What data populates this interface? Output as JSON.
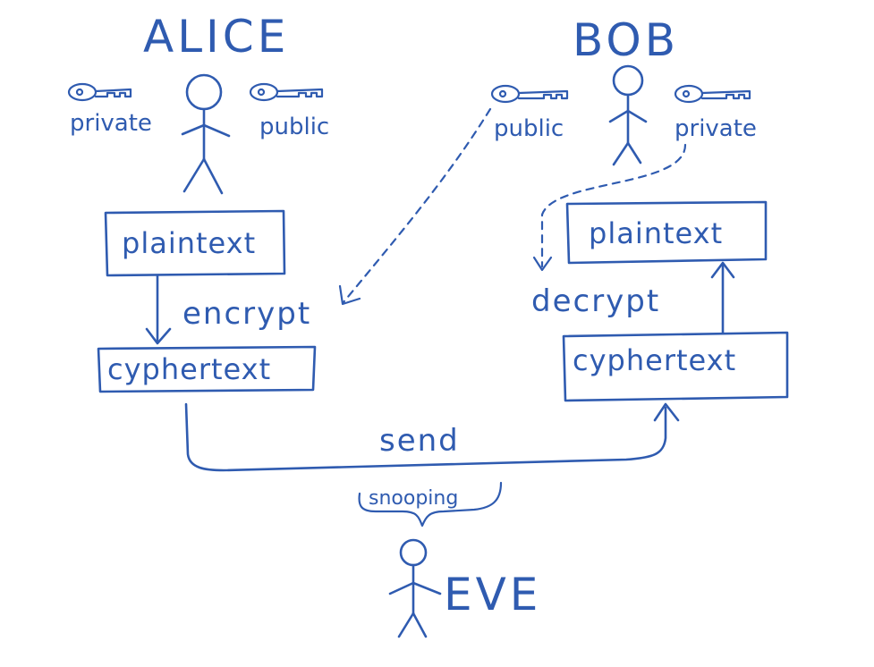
{
  "alice": {
    "name": "ALICE",
    "private_key_label": "private",
    "public_key_label": "public",
    "box_plaintext": "plaintext",
    "operation": "encrypt",
    "box_cyphertext": "cyphertext"
  },
  "bob": {
    "name": "BOB",
    "public_key_label": "public",
    "private_key_label": "private",
    "box_plaintext": "plaintext",
    "operation": "decrypt",
    "box_cyphertext": "cyphertext"
  },
  "channel": {
    "label": "send"
  },
  "eve": {
    "name": "EVE",
    "action": "snooping"
  },
  "colors": {
    "ink": "#2f5bb0",
    "paper": "#ffffff"
  },
  "icons": {
    "key": "key-icon",
    "person": "stick-figure-icon"
  }
}
